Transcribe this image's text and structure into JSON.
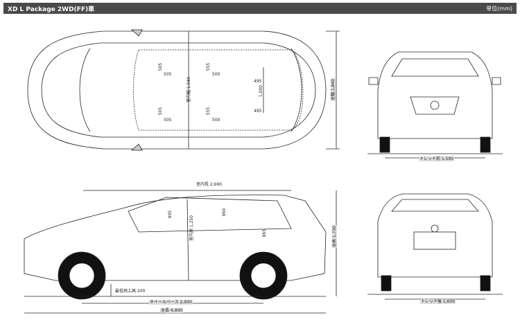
{
  "header": {
    "title": "XD L Package 2WD(FF)車",
    "unit": "単位(mm)"
  },
  "top_view": {
    "rear_seat_1": "505",
    "rear_seat_2": "505",
    "mid_1": "555",
    "mid_2": "500",
    "front_1": "495",
    "front_gap": "1,000",
    "front_2": "495",
    "rear_seat_3": "505",
    "rear_seat_4": "505",
    "mid_3": "555",
    "mid_4": "500",
    "interior_width": "室内幅 1,540",
    "overall_width": "全幅 1,840"
  },
  "front_view": {
    "tread_front": "トレッド前 1,595"
  },
  "rear_view": {
    "tread_rear": "トレッド後 1,600"
  },
  "side_view": {
    "interior_length": "室内長 2,690",
    "head_rear": "995",
    "interior_height": "室内高 1,250",
    "head_mid": "960",
    "head_front": "865",
    "overall_height": "全高 1,730",
    "ground_clearance": "最低地上高 200",
    "wheelbase": "ホイールベース 2,930",
    "overall_length": "全長 4,900"
  }
}
